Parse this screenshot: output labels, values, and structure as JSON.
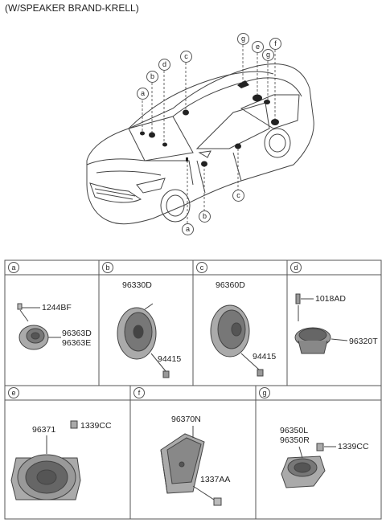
{
  "title": "(W/SPEAKER BRAND-KRELL)",
  "callouts": {
    "a_top": "a",
    "b_top": "b",
    "d_top": "d",
    "c_top": "c",
    "g_top": "g",
    "e_top": "e",
    "f_top": "f",
    "g_mid": "g",
    "b_bottom": "b",
    "a_bottom": "a",
    "c_bottom": "c"
  },
  "cells": {
    "a": {
      "letter": "a",
      "parts": [
        "1244BF",
        "96363D",
        "96363E"
      ]
    },
    "b": {
      "letter": "b",
      "parts": [
        "96330D",
        "94415"
      ]
    },
    "c": {
      "letter": "c",
      "parts": [
        "96360D",
        "94415"
      ]
    },
    "d": {
      "letter": "d",
      "parts": [
        "1018AD",
        "96320T"
      ]
    },
    "e": {
      "letter": "e",
      "parts": [
        "96371",
        "1339CC"
      ]
    },
    "f": {
      "letter": "f",
      "parts": [
        "96370N",
        "1337AA"
      ]
    },
    "g": {
      "letter": "g",
      "parts": [
        "96350L",
        "96350R",
        "1339CC"
      ]
    }
  }
}
